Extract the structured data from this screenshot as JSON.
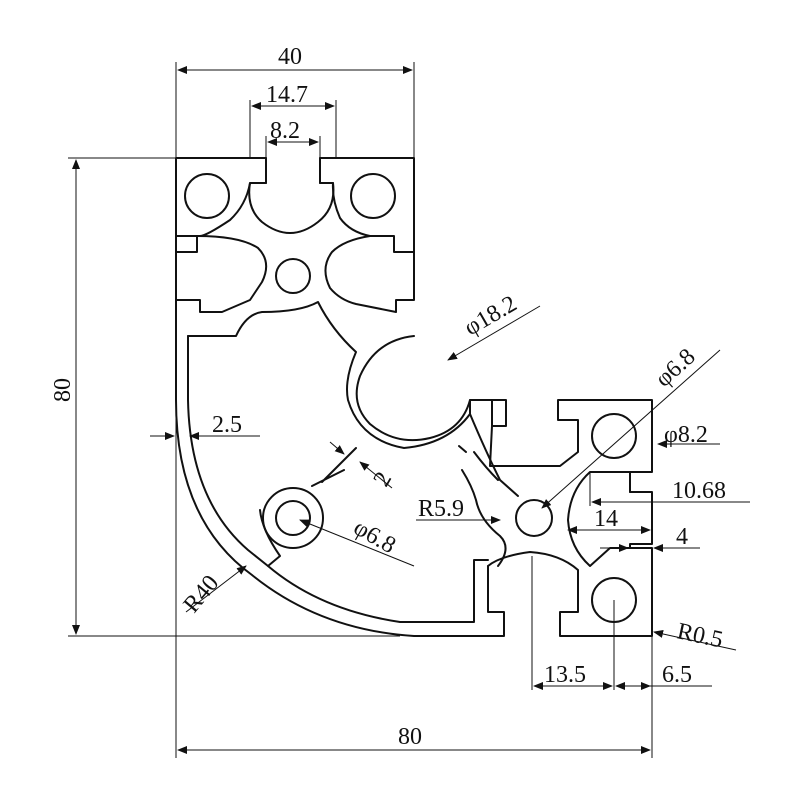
{
  "drawing": {
    "width_top": "40",
    "slot_width": "14.7",
    "slot_opening": "8.2",
    "height_left": "80",
    "width_bottom": "80",
    "wall_thickness": "2.5",
    "rib": "2",
    "outer_radius": "R40",
    "inner_radius": "R5.9",
    "center_hole": "φ18.2",
    "hole_small_a": "φ6.8",
    "hole_small_b": "φ6.8",
    "hole_corner": "φ8.2",
    "slot_depth": "10.68",
    "slot_inner": "14",
    "lip": "4",
    "fillet": "R0.5",
    "bottom_slot_offset": "13.5",
    "bottom_edge_offset": "6.5"
  },
  "colors": {
    "line": "#111111",
    "background": "#ffffff"
  }
}
